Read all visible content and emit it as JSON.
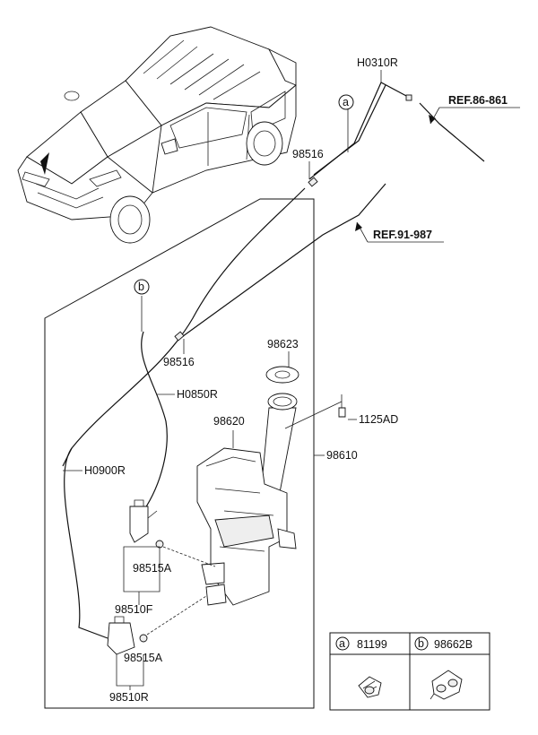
{
  "callouts": {
    "h0310r": "H0310R",
    "ref_86_861": "REF.86-861",
    "marker_a": "a",
    "p98516_top": "98516",
    "ref_91_987": "REF.91-987",
    "marker_b": "b",
    "p98516_mid": "98516",
    "p98623": "98623",
    "h0850r": "H0850R",
    "p98620": "98620",
    "p1125ad": "1125AD",
    "p98610": "98610",
    "h0900r": "H0900R",
    "p98515a_top": "98515A",
    "p98510f": "98510F",
    "p98515a_bottom": "98515A",
    "p98510r": "98510R"
  },
  "legend": {
    "a_marker": "a",
    "a_part": "81199",
    "b_marker": "b",
    "b_part": "98662B"
  },
  "icons": [
    "vehicle-illustration",
    "washer-reservoir",
    "washer-pump",
    "hose-clip"
  ]
}
